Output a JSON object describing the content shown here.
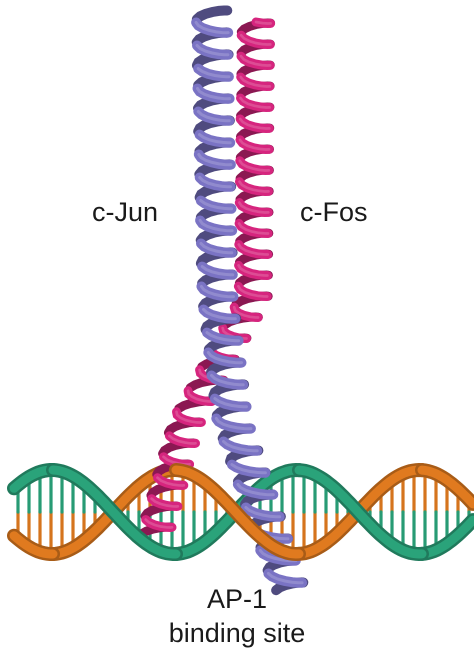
{
  "labels": {
    "c_jun": "c-Jun",
    "c_fos": "c-Fos",
    "site_line1": "AP-1",
    "site_line2": "binding site"
  },
  "colors": {
    "c_jun": "#7a73c4",
    "c_fos": "#d6257e",
    "dna_strand_1": "#e07a1f",
    "dna_strand_2": "#2aa37a",
    "background": "#ffffff"
  },
  "molecules": [
    {
      "name": "c-Jun",
      "type": "alpha-helix",
      "color_key": "c_jun"
    },
    {
      "name": "c-Fos",
      "type": "alpha-helix",
      "color_key": "c_fos"
    },
    {
      "name": "DNA",
      "type": "double-helix",
      "strand_color_keys": [
        "dna_strand_1",
        "dna_strand_2"
      ]
    }
  ]
}
